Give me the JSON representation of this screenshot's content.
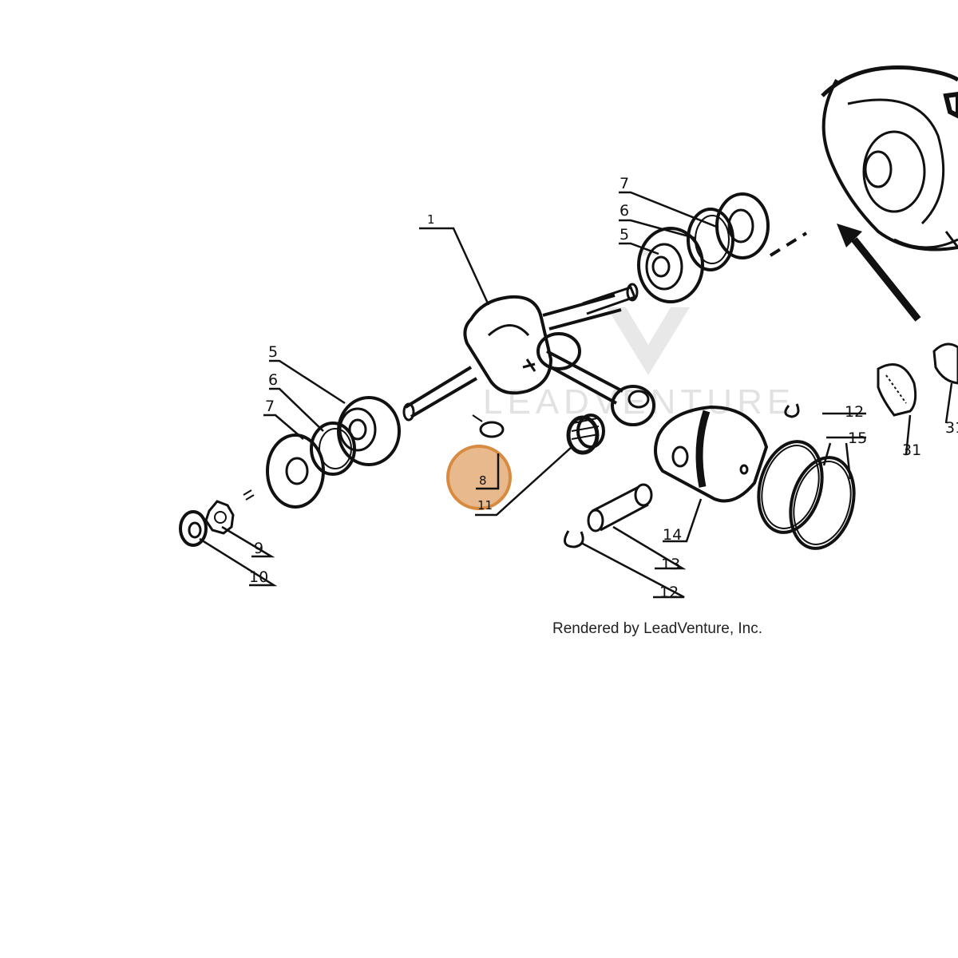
{
  "diagram": {
    "watermark": "LEADVENTURE",
    "credit": "Rendered by LeadVenture, Inc.",
    "highlight_color": "#d88a40",
    "parts": [
      {
        "id": "crankshaft",
        "label": "1"
      },
      {
        "id": "bearing-left",
        "label": "5"
      },
      {
        "id": "snap-ring-left",
        "label": "6"
      },
      {
        "id": "oil-seal-left",
        "label": "7"
      },
      {
        "id": "bearing-right",
        "label": "5"
      },
      {
        "id": "snap-ring-right",
        "label": "6"
      },
      {
        "id": "oil-seal-right",
        "label": "7"
      },
      {
        "id": "woodruff-key",
        "label": "8"
      },
      {
        "id": "washer",
        "label": "9"
      },
      {
        "id": "nut",
        "label": "10"
      },
      {
        "id": "needle-bearing",
        "label": "11"
      },
      {
        "id": "circlip-upper",
        "label": "12"
      },
      {
        "id": "circlip-lower",
        "label": "12"
      },
      {
        "id": "piston-pin",
        "label": "13"
      },
      {
        "id": "piston",
        "label": "14"
      },
      {
        "id": "piston-ring-set",
        "label": "15"
      },
      {
        "id": "clutch-part",
        "label": "31"
      }
    ]
  }
}
